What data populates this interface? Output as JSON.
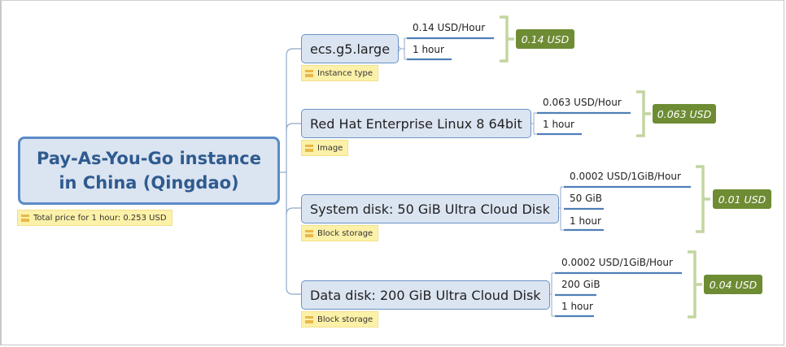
{
  "root": {
    "title_line1": "Pay-As-You-Go instance",
    "title_line2": "in China (Qingdao)",
    "note": "Total price for 1 hour: 0.253 USD"
  },
  "branches": [
    {
      "label": "ecs.g5.large",
      "note": "Instance type",
      "items": [
        "0.14 USD/Hour",
        "1 hour"
      ],
      "total": "0.14 USD"
    },
    {
      "label": "Red Hat Enterprise Linux 8 64bit",
      "note": "Image",
      "items": [
        "0.063 USD/Hour",
        "1 hour"
      ],
      "total": "0.063 USD"
    },
    {
      "label": "System disk: 50 GiB Ultra Cloud Disk",
      "note": "Block storage",
      "items": [
        "0.0002 USD/1GiB/Hour",
        "50 GiB",
        "1 hour"
      ],
      "total": "0.01 USD"
    },
    {
      "label": "Data disk: 200 GiB Ultra Cloud Disk",
      "note": "Block storage",
      "items": [
        "0.0002 USD/1GiB/Hour",
        "200 GiB",
        "1 hour"
      ],
      "total": "0.04 USD"
    }
  ],
  "colors": {
    "topic_fill": "#dbe4f1",
    "topic_border": "#5b8bc7",
    "root_text": "#2f5b8f",
    "note_fill": "#fcf1a8",
    "summary_fill": "#6e8c34",
    "bracket": "#c3d5a0",
    "underline": "#4f7fb8"
  }
}
